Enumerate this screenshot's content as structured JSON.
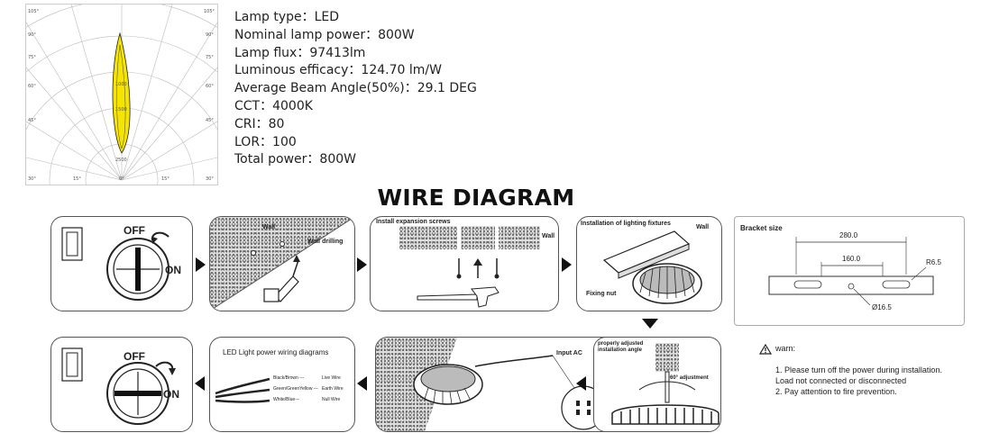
{
  "specs": {
    "lamp_type": "Lamp type：LED",
    "nominal_power": "Nominal lamp power：800W",
    "lamp_flux": "Lamp flux：97413lm",
    "efficacy": "Luminous efficacy：124.70 lm/W",
    "beam_angle": "Average Beam Angle(50%)：29.1 DEG",
    "cct": "CCT：4000K",
    "cri": "CRI：80",
    "lor": "LOR：100",
    "total_power": "Total power：800W"
  },
  "polar": {
    "angle_labels_top": [
      "105°",
      "105°"
    ],
    "angle_labels_side": [
      "90°",
      "90°",
      "75°",
      "75°",
      "60°",
      "60°",
      "45°",
      "45°"
    ],
    "angle_labels_bottom": [
      "30°",
      "15°",
      "0°",
      "15°",
      "30°"
    ],
    "ring_labels": [
      "1000",
      "1500",
      "2500"
    ],
    "curve_color": "#f5e400"
  },
  "diagram": {
    "title": "WIRE DIAGRAM",
    "step1": {
      "off": "OFF",
      "on": "ON"
    },
    "step2": {
      "wall": "Wall",
      "drilling": "Wall drilling"
    },
    "step3": {
      "title": "Install expansion screws",
      "wall": "Wall"
    },
    "step4": {
      "title": "Installation of lighting fixtures",
      "wall": "Wall",
      "fixing_nut": "Fixing nut"
    },
    "bracket": {
      "title": "Bracket size",
      "dim_280": "280.0",
      "dim_160": "160.0",
      "radius": "R6.5",
      "hole": "Ø16.5"
    },
    "step5": {
      "title1": "properly adjusted",
      "title2": "installation angle",
      "adjust": "60° adjustment"
    },
    "step6": {
      "input": "Input AC"
    },
    "step7": {
      "title": "LED Light power wiring diagrams",
      "wires": [
        {
          "left": "Black/Brown ---",
          "right": "Live Wire"
        },
        {
          "left": "Green/GreenYellow ---",
          "right": "Earth Wire"
        },
        {
          "left": "White/Blue---",
          "right": "Null Wire"
        }
      ]
    },
    "step8": {
      "off": "OFF",
      "on": "ON"
    },
    "warning": {
      "title": "warn:",
      "lines": [
        "1. Please turn off the power during installation.",
        "Load not connected or disconnected",
        "2. Pay attention to fire prevention."
      ]
    }
  }
}
